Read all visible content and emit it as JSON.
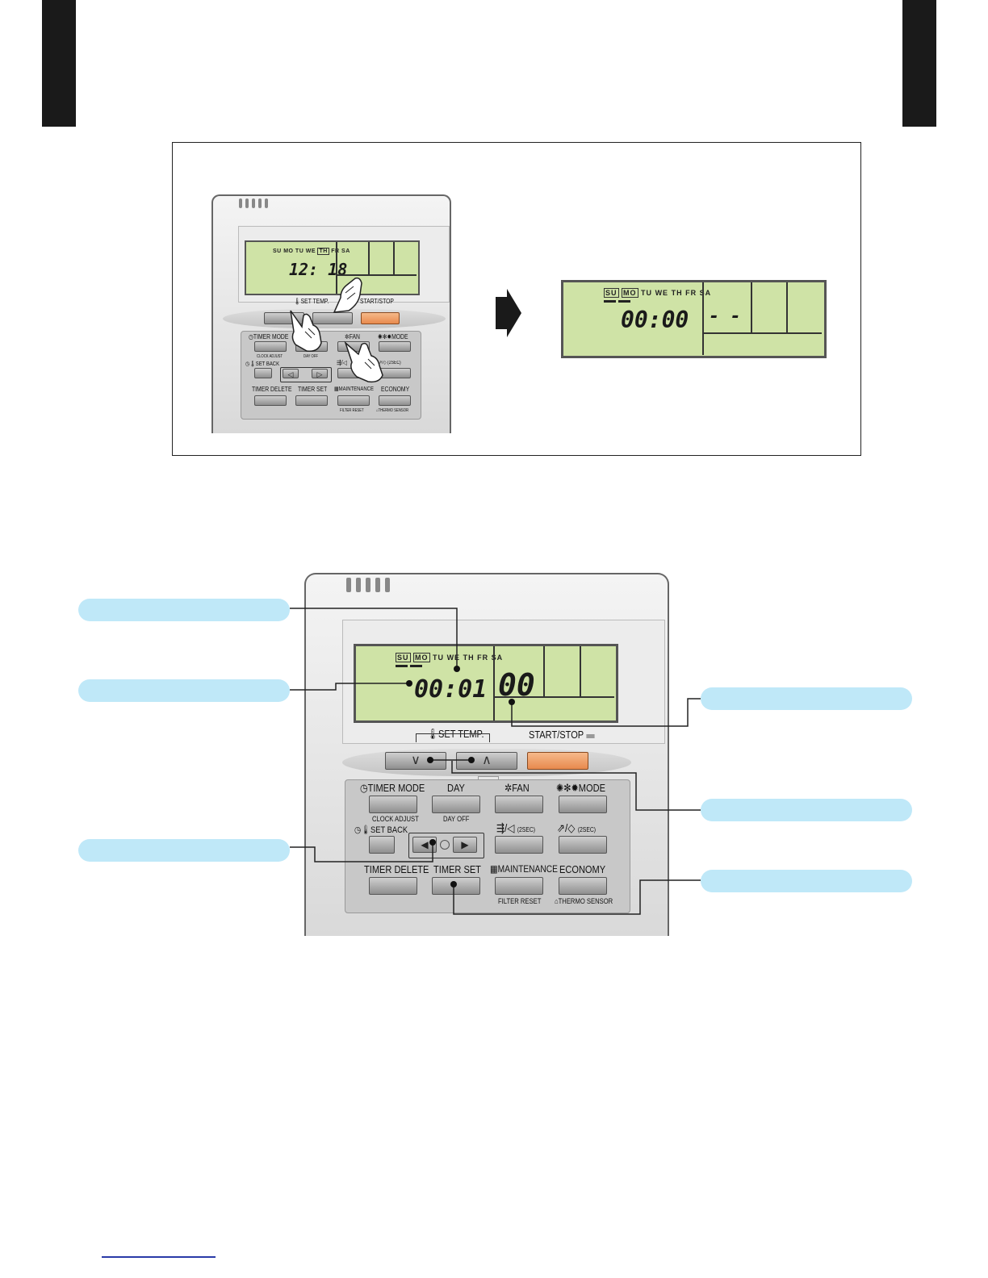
{
  "top_remote": {
    "days": [
      "SU",
      "MO",
      "TU",
      "WE",
      "TH",
      "FR",
      "SA"
    ],
    "selected_day": "TH",
    "clock": "12: 18",
    "labels": {
      "set_temp": "SET TEMP.",
      "start_stop": "START/STOP",
      "timer_mode": "TIMER MODE",
      "fan": "FAN",
      "mode": "MODE",
      "clock_adjust": "CLOCK ADJUST",
      "day_off": "DAY OFF",
      "set_back": "SET BACK",
      "sec": "(2SEC)",
      "timer_delete": "TIMER DELETE",
      "timer_set": "TIMER SET",
      "maintenance": "MAINTENANCE",
      "economy": "ECONOMY",
      "filter_reset": "FILTER RESET",
      "thermo_sensor": "THERMO SENSOR"
    }
  },
  "result_display": {
    "days": [
      "SU",
      "MO",
      "TU",
      "WE",
      "TH",
      "FR",
      "SA"
    ],
    "selected_days": [
      "SU",
      "MO"
    ],
    "time": "00:00",
    "right_value": "- -"
  },
  "main_remote": {
    "days": [
      "SU",
      "MO",
      "TU",
      "WE",
      "TH",
      "FR",
      "SA"
    ],
    "selected_days": [
      "SU",
      "MO"
    ],
    "time": "00:01",
    "right_value": "00",
    "labels": {
      "set_temp": "SET TEMP.",
      "start_stop": "START/STOP",
      "timer_mode": "TIMER MODE",
      "day": "DAY",
      "fan": "FAN",
      "mode": "MODE",
      "clock_adjust": "CLOCK ADJUST",
      "day_off": "DAY OFF",
      "set_back": "SET BACK",
      "sec": "(2SEC)",
      "timer_delete": "TIMER DELETE",
      "timer_set": "TIMER SET",
      "maintenance": "MAINTENANCE",
      "economy": "ECONOMY",
      "filter_reset": "FILTER RESET",
      "thermo_sensor": "THERMO SENSOR"
    }
  },
  "colors": {
    "lcd": "#cfe3a6",
    "callout": "#bfe8f8",
    "start_button": "#e88a4e",
    "tab": "#1a1a1a"
  }
}
